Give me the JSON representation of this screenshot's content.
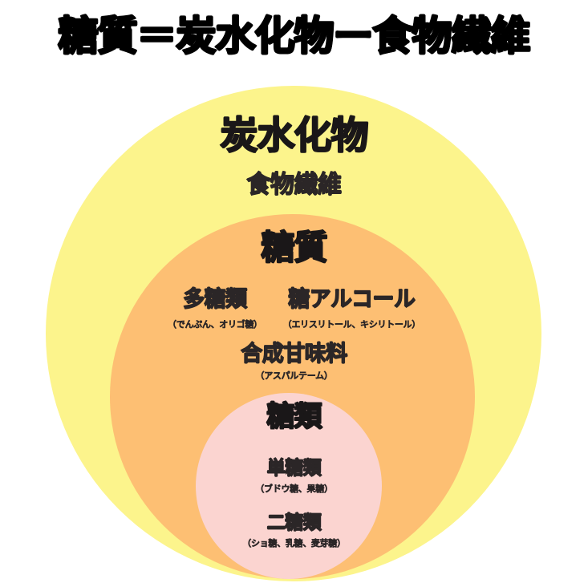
{
  "title": "糖質＝炭水化物ー食物繊維",
  "colors": {
    "outer_circle": "#fcf48c",
    "middle_circle": "#fdbf73",
    "inner_circle": "#fbd4d0",
    "background": "#ffffff",
    "title_text": "#000000",
    "label_text": "#231f1f"
  },
  "diagram": {
    "type": "nested-venn",
    "outer": {
      "heading": "炭水化物",
      "subheading": "食物繊維"
    },
    "middle": {
      "heading": "糖質",
      "items": [
        {
          "label": "多糖類",
          "note": "（でんぷん、オリゴ糖）"
        },
        {
          "label": "糖アルコール",
          "note": "（エリスリトール、キシリトール）"
        }
      ],
      "item3": {
        "label": "合成甘味料",
        "note": "（アスパルテーム）"
      }
    },
    "inner": {
      "heading": "糖類",
      "items": [
        {
          "label": "単糖類",
          "note": "（ブドウ糖、果糖）"
        },
        {
          "label": "二糖類",
          "note": "（ショ糖、乳糖、麦芽糖）"
        }
      ]
    }
  }
}
